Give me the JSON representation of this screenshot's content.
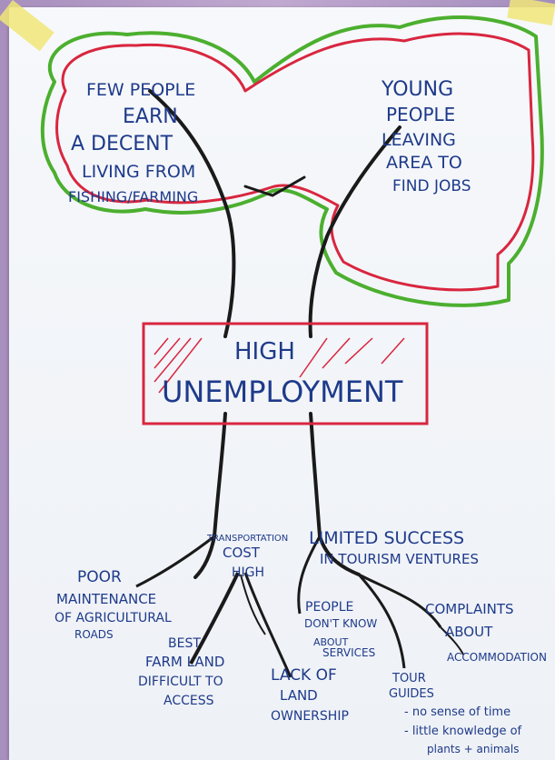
{
  "colors": {
    "ink_blue": "#1e3a8a",
    "ink_black": "#1a1a1a",
    "marker_red": "#d9263f",
    "marker_green": "#4caf2f",
    "paper": "#f4f6fa",
    "background": "#b59bc8"
  },
  "canopy": {
    "left_branch": [
      "FEW PEOPLE",
      "EARN",
      "A DECENT",
      "LIVING FROM",
      "FISHING/FARMING"
    ],
    "right_branch": [
      "YOUNG",
      "PEOPLE",
      "LEAVING",
      "AREA TO",
      "FIND JOBS"
    ]
  },
  "trunk_box": {
    "line1": "HIGH",
    "line2": "UNEMPLOYMENT"
  },
  "roots": {
    "transport": [
      "TRANSPORTATION",
      "COST",
      "HIGH"
    ],
    "tourism": [
      "LIMITED SUCCESS",
      "IN TOURISM VENTURES"
    ],
    "maintenance": [
      "POOR",
      "MAINTENANCE",
      "OF AGRICULTURAL",
      "ROADS"
    ],
    "farmland": [
      "BEST",
      "FARM LAND",
      "DIFFICULT TO",
      "ACCESS"
    ],
    "land_ownership": [
      "LACK OF",
      "LAND",
      "OWNERSHIP"
    ],
    "people_services": [
      "PEOPLE",
      "DON'T KNOW",
      "ABOUT",
      "SERVICES"
    ],
    "complaints": [
      "COMPLAINTS",
      "ABOUT",
      "ACCOMMODATION"
    ],
    "tour_guides": [
      "TOUR",
      "GUIDES",
      "- no sense of time",
      "- little knowledge of",
      "plants + animals"
    ]
  }
}
